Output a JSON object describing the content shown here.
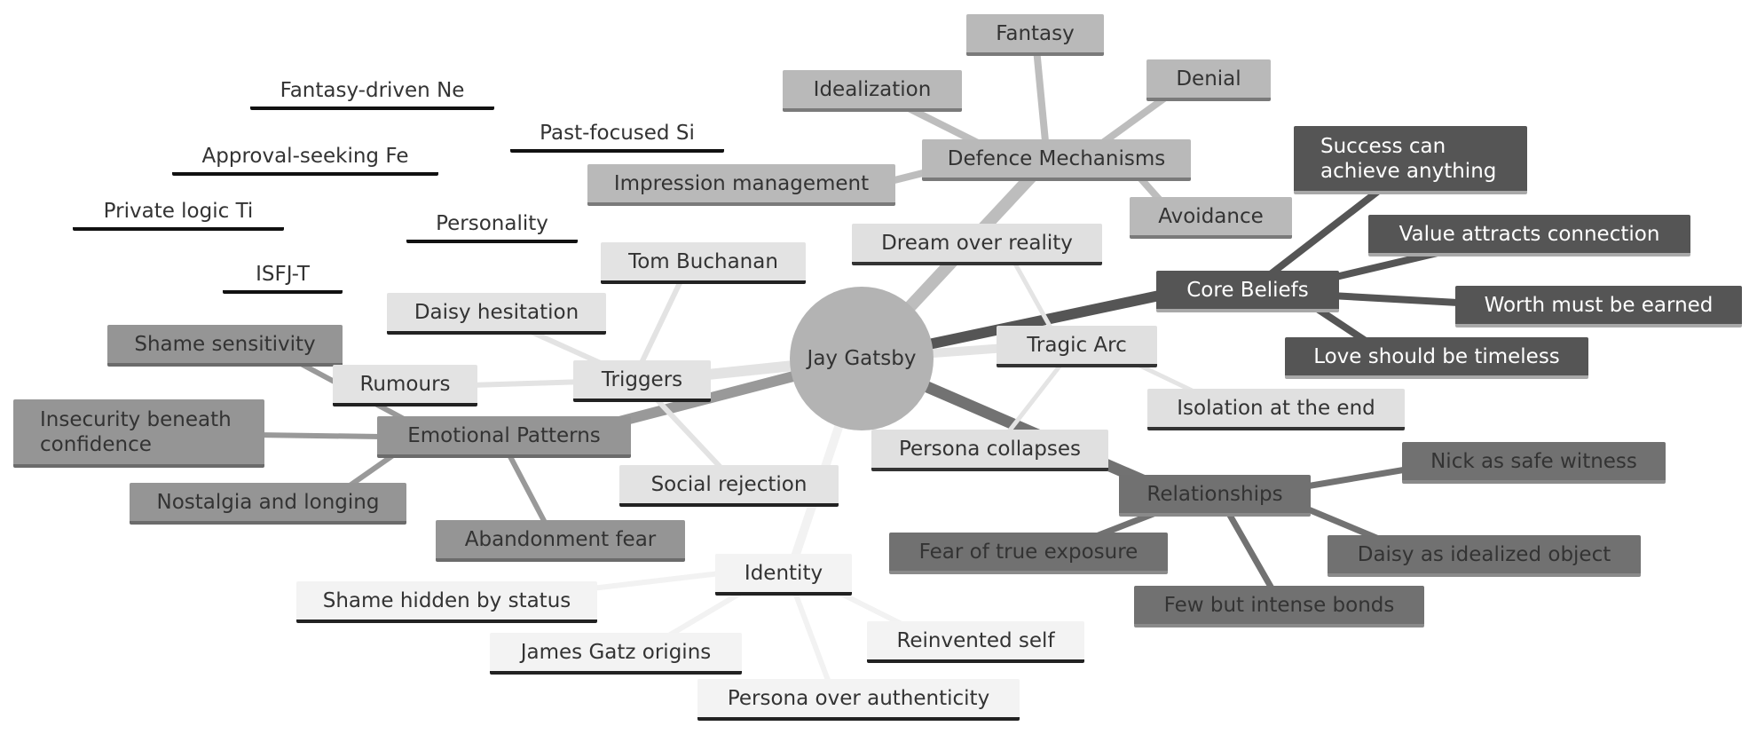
{
  "root": {
    "label": "Jay Gatsby"
  },
  "colors": {
    "defence": "#b9b9b9",
    "core": "#555555",
    "relationships": "#717171",
    "tragic": "#e0e0e0",
    "identity": "#f3f3f3",
    "emotional": "#959595",
    "triggers": "#e3e3e3",
    "personality": "#ffffff"
  },
  "branches": [
    {
      "id": "defence",
      "label": "Defence Mechanisms",
      "children": [
        "Fantasy",
        "Idealization",
        "Denial",
        "Impression management",
        "Avoidance"
      ]
    },
    {
      "id": "core",
      "label": "Core Beliefs",
      "children": [
        "Success can achieve anything",
        "Value attracts connection",
        "Worth must be earned",
        "Love should be timeless"
      ]
    },
    {
      "id": "tragic",
      "label": "Tragic Arc",
      "children": [
        "Dream over reality",
        "Isolation at the end",
        "Persona collapses"
      ]
    },
    {
      "id": "relationships",
      "label": "Relationships",
      "children": [
        "Nick as safe witness",
        "Daisy as idealized object",
        "Few but intense bonds",
        "Fear of true exposure"
      ]
    },
    {
      "id": "identity",
      "label": "Identity",
      "children": [
        "Shame hidden by status",
        "James Gatz origins",
        "Persona over authenticity",
        "Reinvented self"
      ]
    },
    {
      "id": "emotional",
      "label": "Emotional Patterns",
      "children": [
        "Shame sensitivity",
        "Insecurity beneath confidence",
        "Nostalgia and longing",
        "Abandonment fear"
      ]
    },
    {
      "id": "triggers",
      "label": "Triggers",
      "children": [
        "Tom Buchanan",
        "Daisy hesitation",
        "Rumours",
        "Social rejection"
      ]
    },
    {
      "id": "personality",
      "label": "Personality",
      "children": [
        "Fantasy-driven Ne",
        "Approval-seeking Fe",
        "Past-focused Si",
        "Private logic Ti",
        "ISFJ-T"
      ]
    }
  ]
}
